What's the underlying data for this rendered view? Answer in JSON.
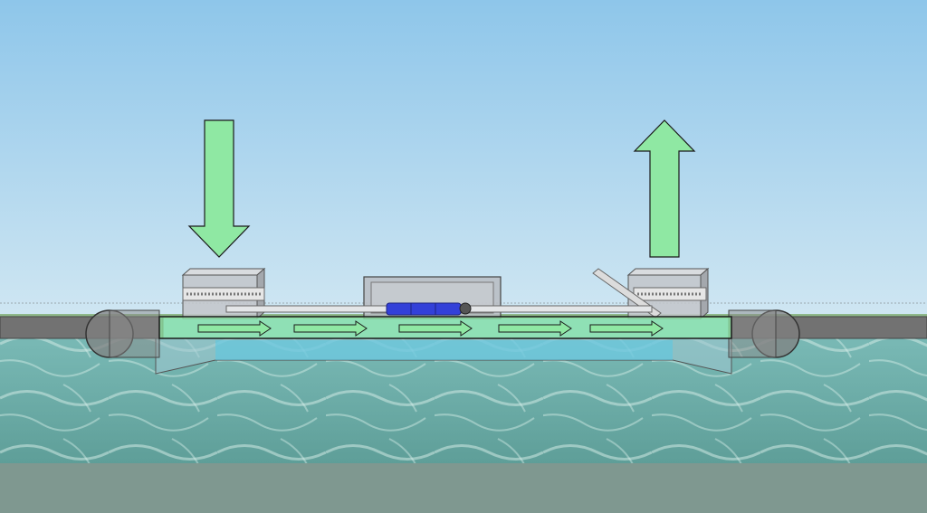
{
  "diagram": {
    "colors": {
      "sky_top": "#8ec6ea",
      "sky_bottom": "#cfe6f2",
      "water": "#6fb1ad",
      "water_deep": "#5e9e98",
      "ground": "#7f9890",
      "deck": "#6f6f6f",
      "flow_green": "#8fe8a3",
      "flow_green_dark": "#3fae5c",
      "pump_blue": "#3340d8",
      "housing_grey": "#b8bcc2",
      "pipe_grey": "#d6d8da"
    },
    "flow_arrows_count_shown": 5,
    "inflow_direction": "down",
    "outflow_direction": "up"
  }
}
